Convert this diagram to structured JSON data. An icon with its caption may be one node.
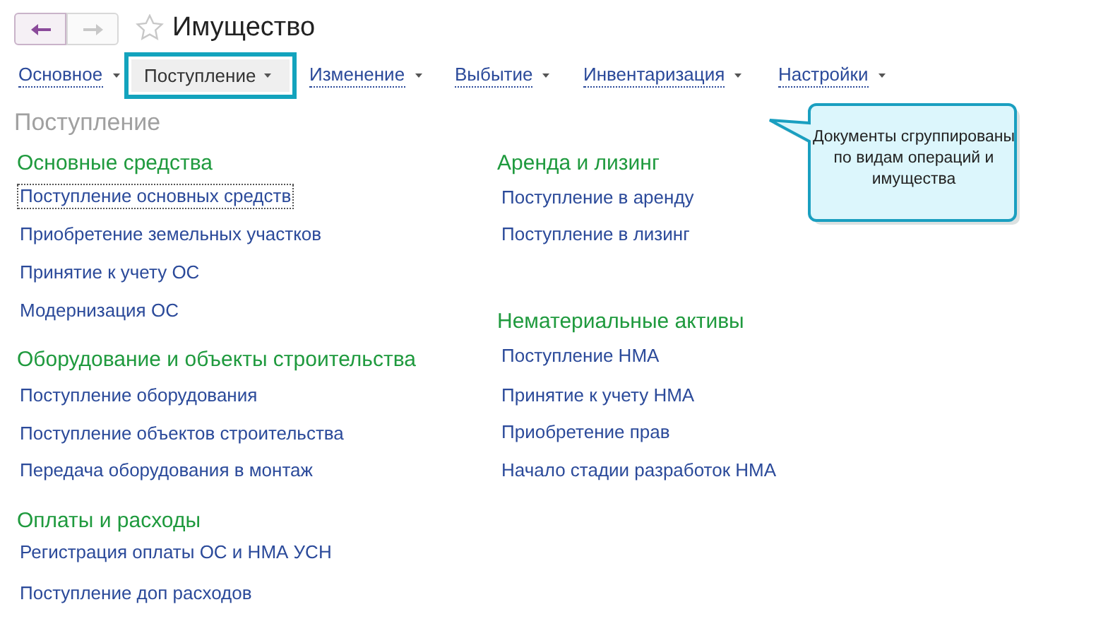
{
  "diagram": {
    "title": "Имущество",
    "nodes": [
      {
        "text": [
          "Поступление"
        ]
      },
      {
        "text": [
          "Документы сгруппированы по видам операций и имущества"
        ]
      }
    ],
    "edges": [],
    "labels": [
      "Основное",
      "Изменение",
      "Выбытие",
      "Инвентаризация",
      "Настройки",
      "Поступление",
      "Основные средства",
      "Поступление основных средств",
      "Приобретение земельных участков",
      "Принятие к учету ОС",
      "Модернизация ОС",
      "Оборудование и объекты строительства",
      "Поступление оборудования",
      "Поступление объектов строительства",
      "Передача оборудования в монтаж",
      "Оплаты и расходы",
      "Регистрация оплаты ОС и НМА УСН",
      "Поступление доп расходов",
      "Аренда и лизинг",
      "Поступление в аренду",
      "Поступление в лизинг",
      "Нематериальные активы",
      "Поступление НМА",
      "Принятие к учету НМА",
      "Приобретение прав",
      "Начало стадии разработок НМА"
    ]
  }
}
